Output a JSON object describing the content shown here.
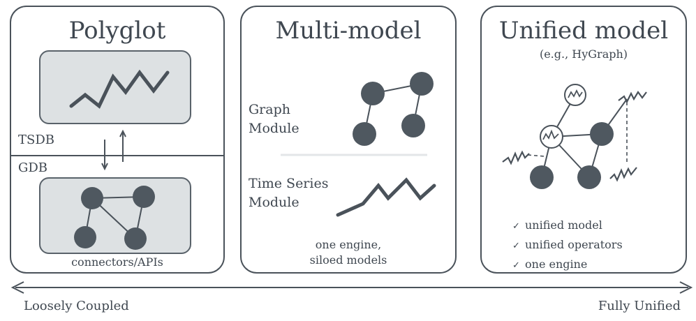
{
  "panels": {
    "polyglot": {
      "title": "Polyglot",
      "tsdb_label": "TSDB",
      "gdb_label": "GDB",
      "connectors_label": "connectors/APIs"
    },
    "multi_model": {
      "title": "Multi-model",
      "graph_module_line1": "Graph",
      "graph_module_line2": "Module",
      "ts_module_line1": "Time Series",
      "ts_module_line2": "Module",
      "engine_line1": "one engine,",
      "engine_line2": "siloed models"
    },
    "unified": {
      "title": "Unified model",
      "subtitle": "(e.g., HyGraph)",
      "checklist": [
        "unified model",
        "unified operators",
        "one engine"
      ]
    }
  },
  "spectrum": {
    "left_label": "Loosely Coupled",
    "right_label": "Fully Unified"
  },
  "colors": {
    "stroke": "#4a525a",
    "node": "#4f5860",
    "box_fill": "#dde1e3"
  }
}
